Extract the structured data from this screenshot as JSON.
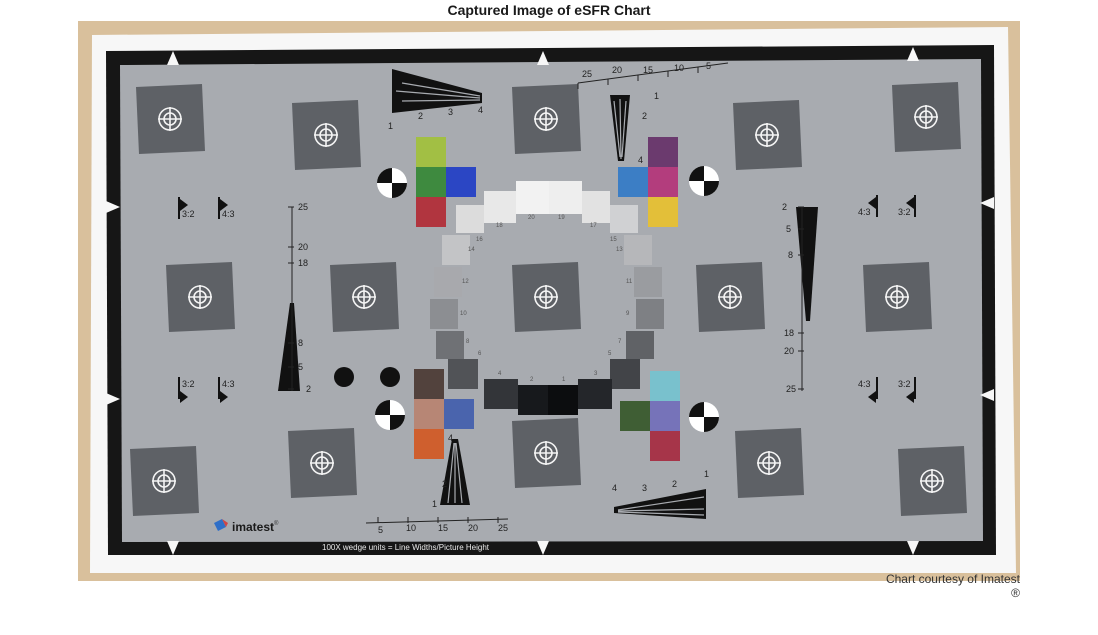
{
  "figure": {
    "title": "Captured Image of eSFR Chart",
    "caption_line1": "Chart courtesy of Imatest",
    "caption_line2": "®"
  },
  "chart": {
    "logo_text": "imatest",
    "logo_reg": "®",
    "footer_text": "100X wedge units = Line Widths/Picture Height",
    "ratio_labels": [
      "3:2",
      "4:3"
    ],
    "top_scale_numbers": [
      "25",
      "20",
      "15",
      "10",
      "5"
    ],
    "bottom_scale_numbers": [
      "5",
      "10",
      "15",
      "20",
      "25"
    ],
    "top_left_wedge_numbers": [
      "1",
      "2",
      "3",
      "4"
    ],
    "bottom_right_wedge_numbers": [
      "4",
      "3",
      "2",
      "1"
    ],
    "top_center_wedge_numbers": [
      "1",
      "2",
      "4"
    ],
    "bottom_center_wedge_numbers": [
      "4",
      "2",
      "1"
    ],
    "left_scale_numbers": [
      "25",
      "20",
      "18",
      "8",
      "5",
      "2"
    ],
    "right_scale_numbers": [
      "2",
      "5",
      "8",
      "18",
      "20",
      "25"
    ],
    "gray_ring_numbers": [
      "20",
      "19",
      "17",
      "18",
      "16",
      "15",
      "14",
      "13",
      "12",
      "11",
      "10",
      "9",
      "8",
      "7",
      "6",
      "5",
      "4",
      "3",
      "2",
      "1"
    ]
  },
  "colors": {
    "board": "#d8bf9a",
    "paper": "#f5f5f5",
    "frame": "#141414",
    "field": "#a6a9ae",
    "square": "#5c5f64",
    "patches_top_left": [
      "#a2bf44",
      "#3e8a3f",
      "#2b46c4",
      "#b1353f"
    ],
    "patches_top_right": [
      "#6b3a6e",
      "#b33d7d",
      "#3c7ec5",
      "#e3bf39"
    ],
    "patches_bottom_left": [
      "#52423d",
      "#b78675",
      "#4a64ad",
      "#cf5f2e"
    ],
    "patches_bottom_right": [
      "#79c1cd",
      "#3f5e34",
      "#7673b9",
      "#a63549"
    ],
    "gray_ring": [
      "#f2f2f2",
      "#eeeeee",
      "#e8e8e8",
      "#e2e2e2",
      "#dcdcdc",
      "#d0d1d3",
      "#c3c4c6",
      "#b6b7ba",
      "#a8a9ad",
      "#9a9ca0",
      "#8c8e92",
      "#7e8084",
      "#6f7175",
      "#606266",
      "#515357",
      "#424448",
      "#333539",
      "#24262a",
      "#17191c",
      "#0c0d0f"
    ]
  }
}
